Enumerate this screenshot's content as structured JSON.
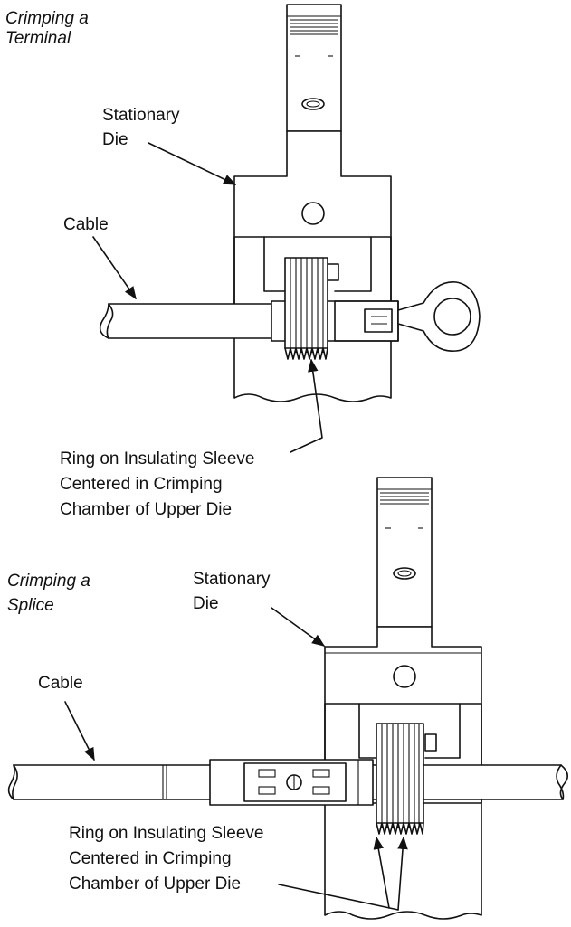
{
  "terminal": {
    "title_line1": "Crimping a",
    "title_line2": "Terminal",
    "stationary_die_line1": "Stationary",
    "stationary_die_line2": "Die",
    "cable": "Cable",
    "ring_line1": "Ring on Insulating Sleeve",
    "ring_line2": "Centered in Crimping",
    "ring_line3": "Chamber of Upper Die"
  },
  "splice": {
    "title_line1": "Crimping a",
    "title_line2": "Splice",
    "stationary_die_line1": "Stationary",
    "stationary_die_line2": "Die",
    "cable": "Cable",
    "ring_line1": "Ring on Insulating Sleeve",
    "ring_line2": "Centered in Crimping",
    "ring_line3": "Chamber of Upper Die"
  }
}
